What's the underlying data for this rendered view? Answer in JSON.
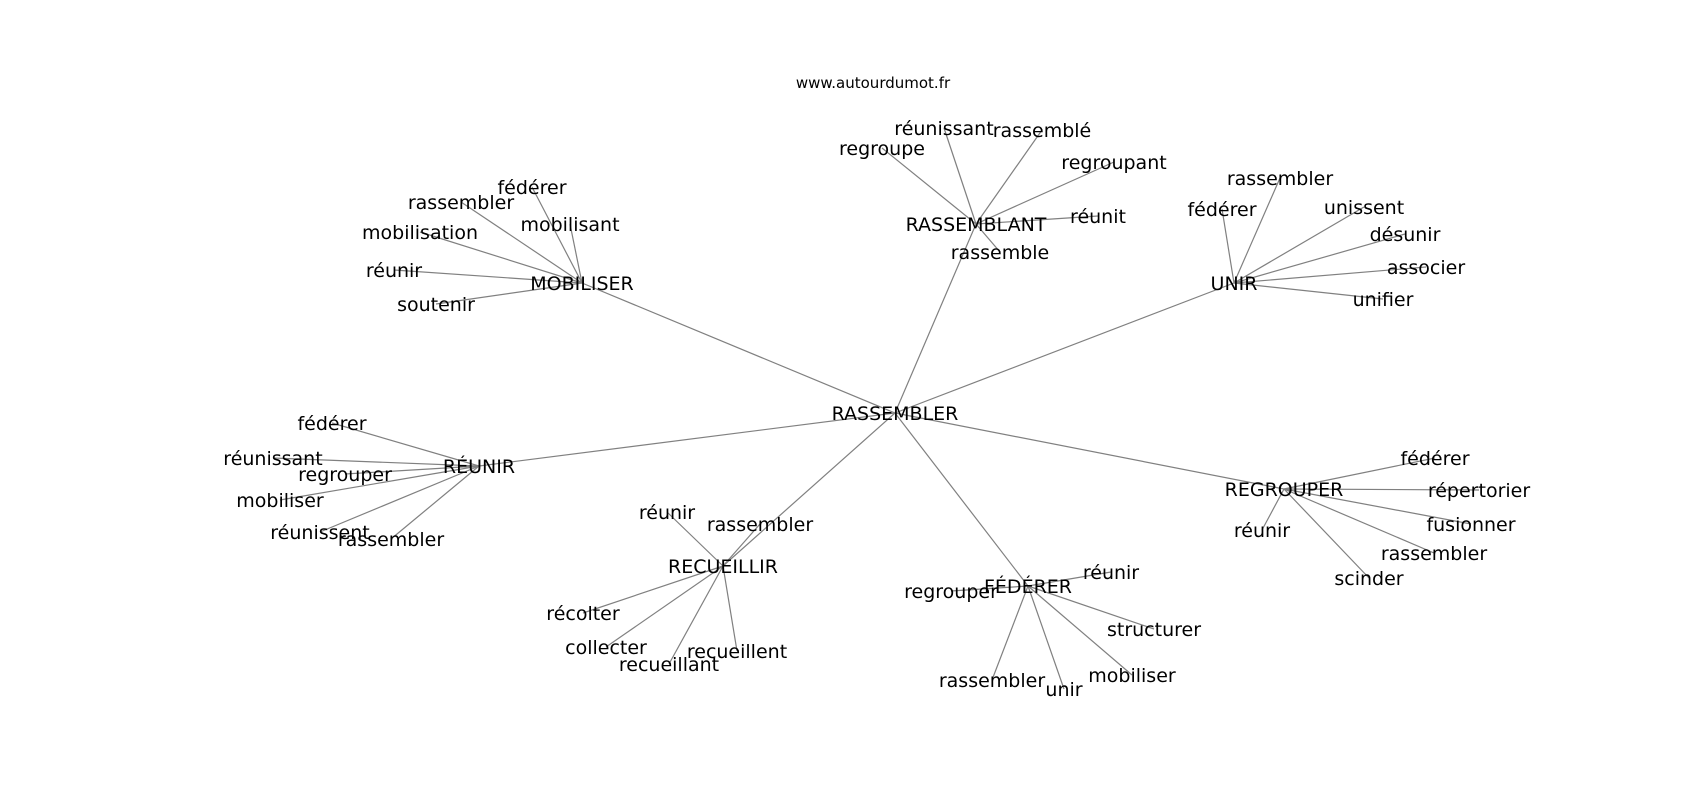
{
  "credit": "www.autourdumot.fr",
  "edge_color": "#808080",
  "text_color": "#000000",
  "center": "RASSEMBLER",
  "groups": [
    {
      "word": "RASSEMBLANT",
      "related": [
        "réunissant",
        "rassemblé",
        "regroupe",
        "regroupant",
        "réunit",
        "rassemble"
      ]
    },
    {
      "word": "UNIR",
      "related": [
        "rassembler",
        "fédérer",
        "unissent",
        "désunir",
        "associer",
        "unifier"
      ]
    },
    {
      "word": "MOBILISER",
      "related": [
        "fédérer",
        "rassembler",
        "mobilisant",
        "mobilisation",
        "réunir",
        "soutenir"
      ]
    },
    {
      "word": "RÉUNIR",
      "related": [
        "fédérer",
        "réunissant",
        "regrouper",
        "mobiliser",
        "réunissent",
        "rassembler"
      ]
    },
    {
      "word": "REGROUPER",
      "related": [
        "fédérer",
        "répertorier",
        "fusionner",
        "rassembler",
        "réunir",
        "scinder"
      ]
    },
    {
      "word": "RECUEILLIR",
      "related": [
        "réunir",
        "rassembler",
        "récolter",
        "collecter",
        "recueillant",
        "recueillent"
      ]
    },
    {
      "word": "FÉDÉRER",
      "related": [
        "réunir",
        "regrouper",
        "structurer",
        "rassembler",
        "unir",
        "mobiliser"
      ]
    }
  ]
}
